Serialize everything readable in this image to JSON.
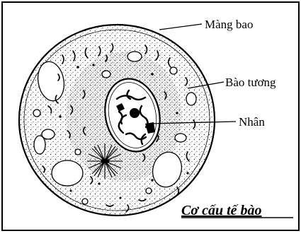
{
  "diagram": {
    "labels": {
      "membrane": "Màng bao",
      "cytoplasm": "Bào tương",
      "nucleus": "Nhân"
    },
    "caption": "Cơ cấu tế bào"
  }
}
